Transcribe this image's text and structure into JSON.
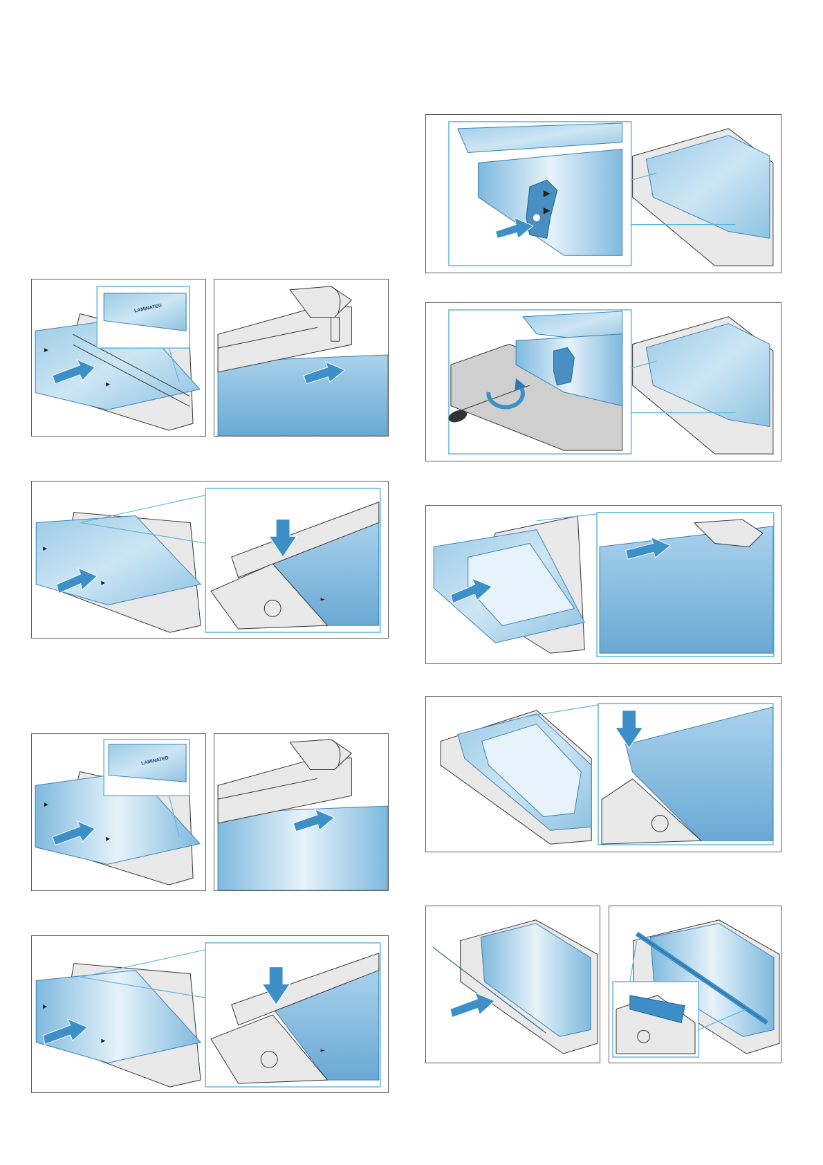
{
  "figures": [
    {
      "id": "fig-a-left",
      "glass_label": "LAMINATED"
    },
    {
      "id": "fig-a-right"
    },
    {
      "id": "fig-b"
    },
    {
      "id": "fig-c-left",
      "glass_label": "LAMINATED"
    },
    {
      "id": "fig-c-right"
    },
    {
      "id": "fig-d"
    },
    {
      "id": "fig-e"
    },
    {
      "id": "fig-f"
    },
    {
      "id": "fig-g"
    },
    {
      "id": "fig-h"
    },
    {
      "id": "fig-i-left"
    },
    {
      "id": "fig-i-right"
    }
  ],
  "colors": {
    "glass_blue": "#9ccbe8",
    "glass_light": "#e6f3fa",
    "arrow_blue": "#3d8fc7",
    "inset_frame": "#5fb6d9",
    "panel_border": "#5a5a5a"
  },
  "icons": [
    "push-arrow-icon",
    "screwdriver-icon",
    "rotate-arrow-icon",
    "down-arrow-icon"
  ]
}
